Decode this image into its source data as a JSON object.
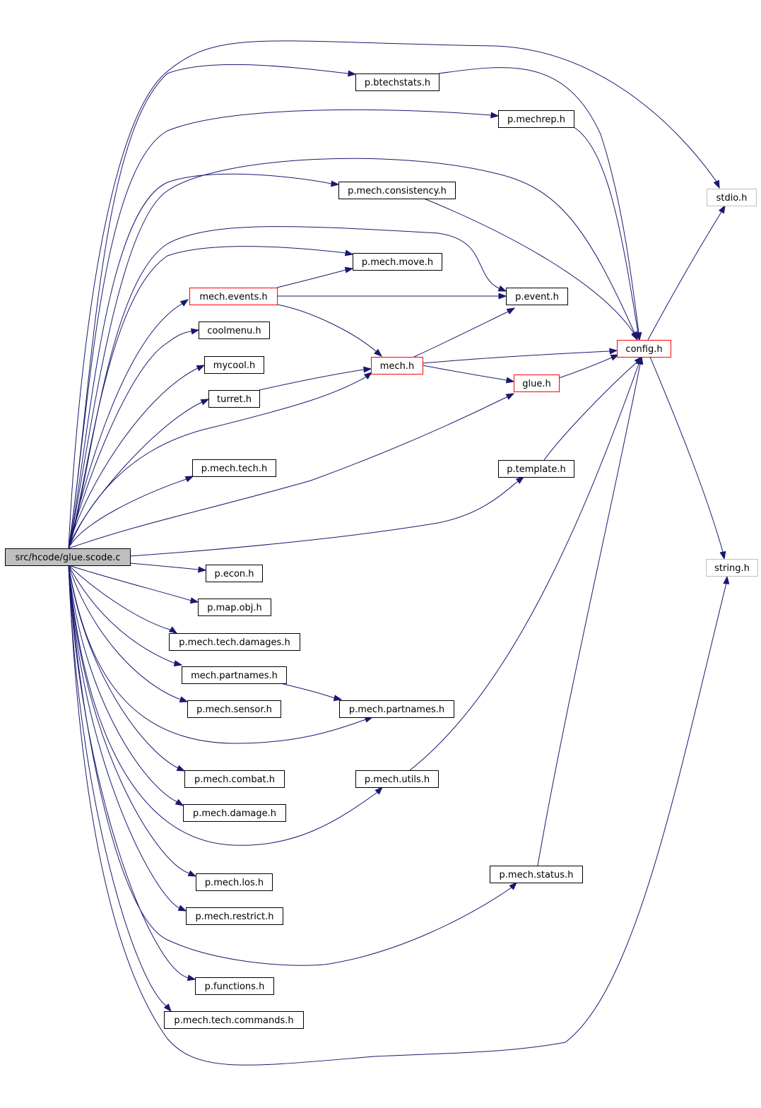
{
  "graph": {
    "title": "",
    "colors": {
      "edge": "#191970",
      "normal_border": "#000000",
      "truncated_border": "#ff0000",
      "external_border": "#bfbfbf",
      "root_fill": "#bfbfbf",
      "fill": "#ffffff"
    },
    "nodes": [
      {
        "id": "root",
        "label": "src/hcode/glue.scode.c",
        "kind": "root"
      },
      {
        "id": "btechstats",
        "label": "p.btechstats.h",
        "kind": "normal"
      },
      {
        "id": "mechrep",
        "label": "p.mechrep.h",
        "kind": "normal"
      },
      {
        "id": "consistency",
        "label": "p.mech.consistency.h",
        "kind": "normal"
      },
      {
        "id": "stdio",
        "label": "stdio.h",
        "kind": "external"
      },
      {
        "id": "move",
        "label": "p.mech.move.h",
        "kind": "normal"
      },
      {
        "id": "events",
        "label": "mech.events.h",
        "kind": "truncated"
      },
      {
        "id": "pevent",
        "label": "p.event.h",
        "kind": "normal"
      },
      {
        "id": "coolmenu",
        "label": "coolmenu.h",
        "kind": "normal"
      },
      {
        "id": "config",
        "label": "config.h",
        "kind": "truncated"
      },
      {
        "id": "mycool",
        "label": "mycool.h",
        "kind": "normal"
      },
      {
        "id": "mech",
        "label": "mech.h",
        "kind": "truncated"
      },
      {
        "id": "glue",
        "label": "glue.h",
        "kind": "truncated"
      },
      {
        "id": "turret",
        "label": "turret.h",
        "kind": "normal"
      },
      {
        "id": "tech",
        "label": "p.mech.tech.h",
        "kind": "normal"
      },
      {
        "id": "template",
        "label": "p.template.h",
        "kind": "normal"
      },
      {
        "id": "string",
        "label": "string.h",
        "kind": "external"
      },
      {
        "id": "econ",
        "label": "p.econ.h",
        "kind": "normal"
      },
      {
        "id": "mapobj",
        "label": "p.map.obj.h",
        "kind": "normal"
      },
      {
        "id": "techdamages",
        "label": "p.mech.tech.damages.h",
        "kind": "normal"
      },
      {
        "id": "partnames",
        "label": "mech.partnames.h",
        "kind": "normal"
      },
      {
        "id": "sensor",
        "label": "p.mech.sensor.h",
        "kind": "normal"
      },
      {
        "id": "ppartnames",
        "label": "p.mech.partnames.h",
        "kind": "normal"
      },
      {
        "id": "combat",
        "label": "p.mech.combat.h",
        "kind": "normal"
      },
      {
        "id": "utils",
        "label": "p.mech.utils.h",
        "kind": "normal"
      },
      {
        "id": "damage",
        "label": "p.mech.damage.h",
        "kind": "normal"
      },
      {
        "id": "status",
        "label": "p.mech.status.h",
        "kind": "normal"
      },
      {
        "id": "los",
        "label": "p.mech.los.h",
        "kind": "normal"
      },
      {
        "id": "restrict",
        "label": "p.mech.restrict.h",
        "kind": "normal"
      },
      {
        "id": "functions",
        "label": "p.functions.h",
        "kind": "normal"
      },
      {
        "id": "commands",
        "label": "p.mech.tech.commands.h",
        "kind": "normal"
      }
    ],
    "edges": [
      {
        "from": "root",
        "to": "btechstats"
      },
      {
        "from": "root",
        "to": "mechrep"
      },
      {
        "from": "root",
        "to": "consistency"
      },
      {
        "from": "root",
        "to": "stdio"
      },
      {
        "from": "root",
        "to": "move"
      },
      {
        "from": "root",
        "to": "events"
      },
      {
        "from": "root",
        "to": "pevent"
      },
      {
        "from": "root",
        "to": "coolmenu"
      },
      {
        "from": "root",
        "to": "config"
      },
      {
        "from": "root",
        "to": "mycool"
      },
      {
        "from": "root",
        "to": "mech"
      },
      {
        "from": "root",
        "to": "glue"
      },
      {
        "from": "root",
        "to": "turret"
      },
      {
        "from": "root",
        "to": "tech"
      },
      {
        "from": "root",
        "to": "template"
      },
      {
        "from": "root",
        "to": "string"
      },
      {
        "from": "root",
        "to": "econ"
      },
      {
        "from": "root",
        "to": "mapobj"
      },
      {
        "from": "root",
        "to": "techdamages"
      },
      {
        "from": "root",
        "to": "partnames"
      },
      {
        "from": "root",
        "to": "sensor"
      },
      {
        "from": "root",
        "to": "ppartnames"
      },
      {
        "from": "root",
        "to": "combat"
      },
      {
        "from": "root",
        "to": "utils"
      },
      {
        "from": "root",
        "to": "damage"
      },
      {
        "from": "root",
        "to": "status"
      },
      {
        "from": "root",
        "to": "los"
      },
      {
        "from": "root",
        "to": "restrict"
      },
      {
        "from": "root",
        "to": "functions"
      },
      {
        "from": "root",
        "to": "commands"
      },
      {
        "from": "btechstats",
        "to": "config"
      },
      {
        "from": "mechrep",
        "to": "config"
      },
      {
        "from": "consistency",
        "to": "config"
      },
      {
        "from": "events",
        "to": "move"
      },
      {
        "from": "events",
        "to": "pevent"
      },
      {
        "from": "events",
        "to": "mech"
      },
      {
        "from": "mech",
        "to": "pevent"
      },
      {
        "from": "mech",
        "to": "config"
      },
      {
        "from": "mech",
        "to": "glue"
      },
      {
        "from": "glue",
        "to": "config"
      },
      {
        "from": "turret",
        "to": "mech"
      },
      {
        "from": "template",
        "to": "config"
      },
      {
        "from": "partnames",
        "to": "ppartnames"
      },
      {
        "from": "utils",
        "to": "config"
      },
      {
        "from": "status",
        "to": "config"
      },
      {
        "from": "config",
        "to": "stdio"
      },
      {
        "from": "config",
        "to": "string"
      }
    ]
  }
}
